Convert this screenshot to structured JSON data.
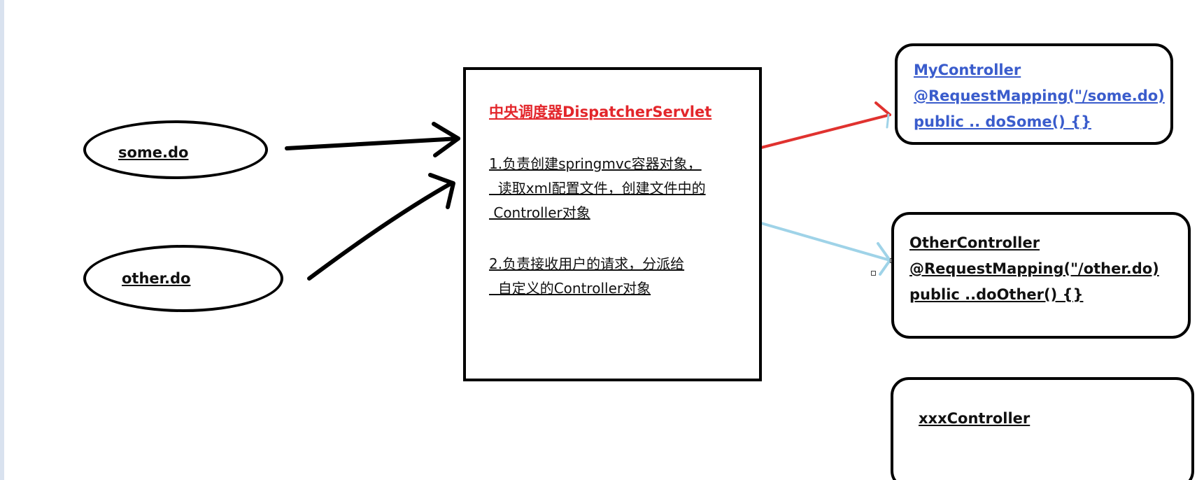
{
  "requests": {
    "some": "some.do",
    "other": "other.do"
  },
  "dispatcher": {
    "title": "中央调度器DispatcherServlet",
    "duty1": {
      "line1": "1.负责创建springmvc容器对象，",
      "line2": "  读取xml配置文件，创建文件中的",
      "line3": " Controller对象"
    },
    "duty2": {
      "line1": "2.负责接收用户的请求，分派给",
      "line2": "  自定义的Controller对象"
    }
  },
  "controllers": {
    "my": {
      "name": "MyController",
      "mapping": "@RequestMapping(\"/some.do)",
      "method": "public .. doSome() {}"
    },
    "other": {
      "name": "OtherController",
      "mapping": "@RequestMapping(\"/other.do)",
      "method": "public ..doOther() {}"
    },
    "xxx": {
      "name": "xxxController"
    }
  },
  "colors": {
    "title_red": "#e3262b",
    "link_blue": "#3a5ccc",
    "arrow_red": "#e0322f",
    "arrow_light_blue": "#9fd3e8"
  }
}
